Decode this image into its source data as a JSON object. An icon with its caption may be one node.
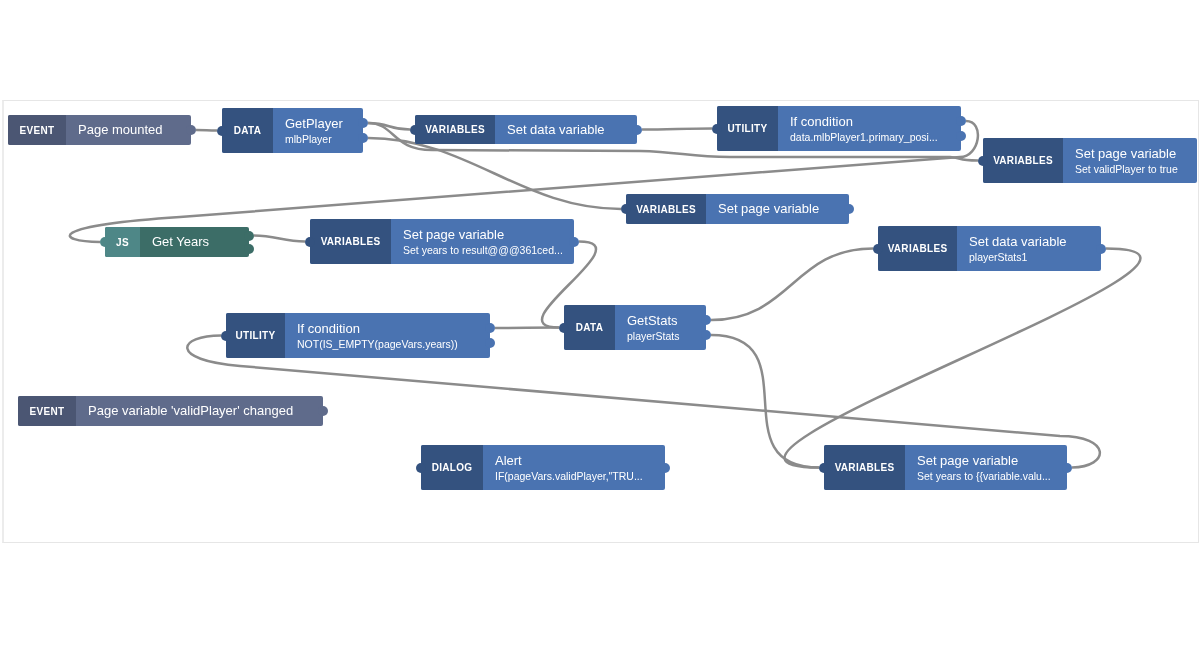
{
  "diagram": {
    "nodes": [
      {
        "text": [
          "EVENT",
          "Page mounted"
        ]
      },
      {
        "text": [
          "DATA",
          "GetPlayer",
          "mlbPlayer"
        ]
      },
      {
        "text": [
          "VARIABLES",
          "Set data variable"
        ]
      },
      {
        "text": [
          "UTILITY",
          "If condition",
          "data.mlbPlayer1.primary_posi..."
        ]
      },
      {
        "text": [
          "VARIABLES",
          "Set page variable",
          "Set validPlayer to true"
        ]
      },
      {
        "text": [
          "VARIABLES",
          "Set page variable"
        ]
      },
      {
        "text": [
          "JS",
          "Get Years"
        ]
      },
      {
        "text": [
          "VARIABLES",
          "Set page variable",
          "Set years to result@@@361ced..."
        ]
      },
      {
        "text": [
          "VARIABLES",
          "Set data variable",
          "playerStats1"
        ]
      },
      {
        "text": [
          "UTILITY",
          "If condition",
          "NOT(IS_EMPTY(pageVars.years))"
        ]
      },
      {
        "text": [
          "DATA",
          "GetStats",
          "playerStats"
        ]
      },
      {
        "text": [
          "EVENT",
          "Page variable 'validPlayer' changed"
        ]
      },
      {
        "text": [
          "DIALOG",
          "Alert",
          "IF(pageVars.validPlayer,\"TRU..."
        ]
      },
      {
        "text": [
          "VARIABLES",
          "Set page variable",
          "Set years to {{variable.valu..."
        ]
      }
    ],
    "edges": [
      {
        "from": 0,
        "to": 1,
        "arrow": "none"
      },
      {
        "from": 1,
        "to": 2,
        "arrow": "none"
      },
      {
        "from": 1,
        "to": 4,
        "arrow": "none"
      },
      {
        "from": 1,
        "to": 5,
        "arrow": "none"
      },
      {
        "from": 2,
        "to": 3,
        "arrow": "none"
      },
      {
        "from": 3,
        "to": 6,
        "arrow": "none"
      },
      {
        "from": 6,
        "to": 7,
        "arrow": "none"
      },
      {
        "from": 7,
        "to": 10,
        "arrow": "none"
      },
      {
        "from": 9,
        "to": 10,
        "arrow": "none"
      },
      {
        "from": 10,
        "to": 8,
        "arrow": "none"
      },
      {
        "from": 10,
        "to": 13,
        "arrow": "none"
      },
      {
        "from": 8,
        "to": 13,
        "arrow": "none"
      },
      {
        "from": 13,
        "to": 9,
        "arrow": "none"
      }
    ]
  }
}
